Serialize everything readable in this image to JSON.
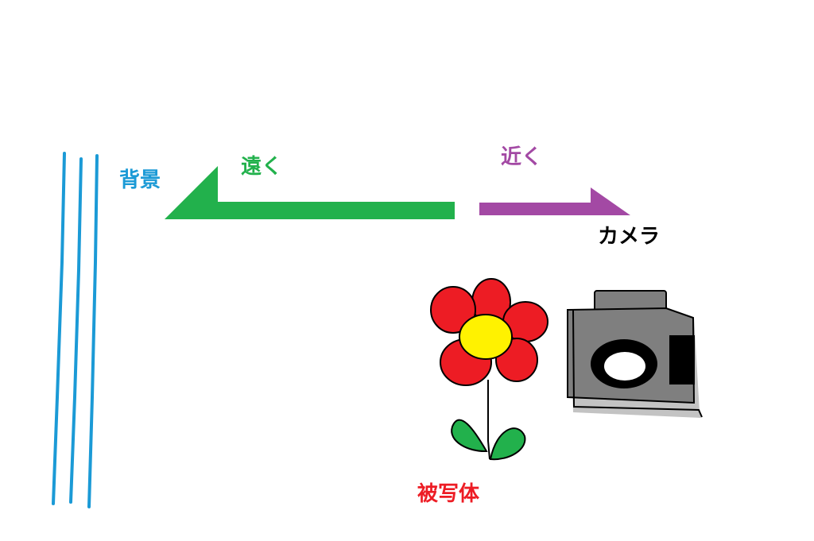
{
  "labels": {
    "background": "背景",
    "far": "遠く",
    "near": "近く",
    "camera": "カメラ",
    "subject": "被写体"
  },
  "colors": {
    "background_label": "#1b9ad6",
    "far_label": "#22b14c",
    "near_label": "#a349a4",
    "camera_label": "#000000",
    "subject_label": "#ed1c24",
    "background_lines": "#1b9ad6",
    "far_arrow": "#22b14c",
    "near_arrow": "#a349a4",
    "petals": "#ed1c24",
    "flower_center": "#fff200",
    "leaves": "#22b14c",
    "camera_body": "#7f7f7f",
    "camera_shadow": "#c3c3c3",
    "outline": "#000000"
  },
  "icons": {
    "background": "three-vertical-lines",
    "subject": "flower-icon",
    "camera": "camera-icon"
  }
}
